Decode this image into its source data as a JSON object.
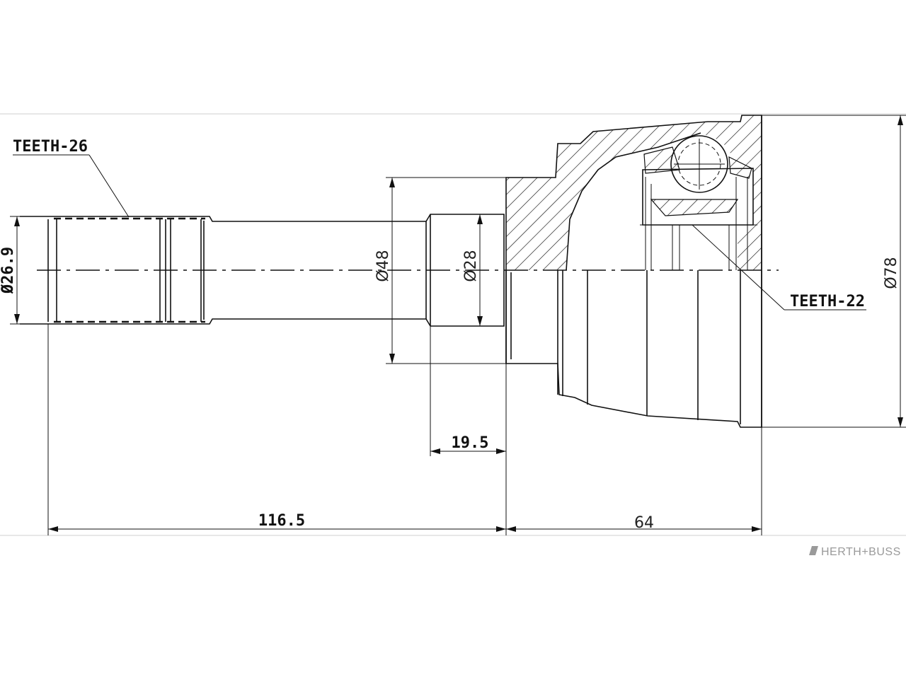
{
  "labels": {
    "teeth_left": "TEETH-26",
    "teeth_right": "TEETH-22"
  },
  "dimensions": {
    "d_shaft": "Ø26.9",
    "d_48": "Ø48",
    "d_28": "Ø28",
    "d_78": "Ø78",
    "len_19_5": "19.5",
    "len_116_5": "116.5",
    "len_64": "64"
  },
  "brand": {
    "name": "HERTH+BUSS",
    "icon": "herth-buss-logo-icon"
  }
}
